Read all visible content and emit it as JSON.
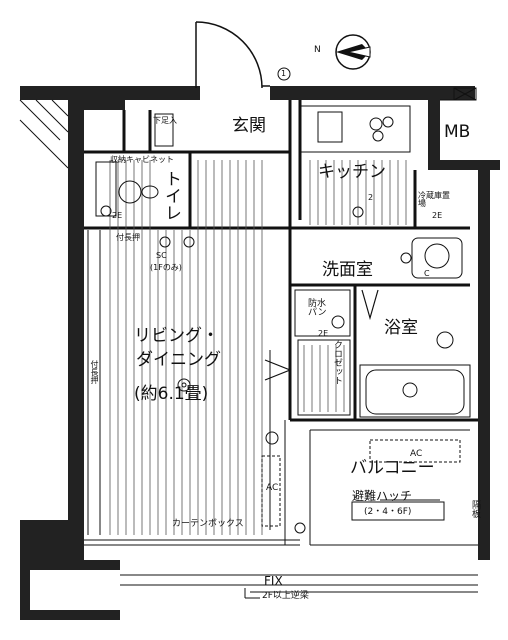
{
  "rooms": {
    "entrance": "玄関",
    "shoe_box": "下足入",
    "storage_cabinet": "収納キャビネット",
    "toilet": "トイレ",
    "kitchen": "キッチン",
    "fridge_area": "冷蔵庫置場",
    "mb": "MB",
    "washroom": "洗面室",
    "bath": "浴室",
    "waterproof_pan": "防水パン",
    "closet": "クロゼット",
    "living_line1": "リビング・",
    "living_line2": "ダイニング",
    "living_size": "(約6.1畳)",
    "balcony": "バルコニー",
    "evac_hatch": "避難ハッチ",
    "evac_floors": "(2・4・6F)",
    "partition": "隔板",
    "curtain_box": "カーテンボックス",
    "fix": "FIX",
    "beam_note": "2F以上逆梁",
    "hanger_pipe": "付長押",
    "sc_label": "SC",
    "sc_note": "(1Fのみ)",
    "tv_wall": "付長押"
  },
  "symbols": {
    "north": "N",
    "ac1": "AC",
    "ac2": "AC",
    "num_1": "1",
    "num_2": "2",
    "num_2e": "2E",
    "num_2e_b": "2E",
    "num_2e_c": "2E",
    "c_mark": "C"
  },
  "icons": [
    "compass-icon",
    "door-swing-icon",
    "toilet-icon",
    "sink-icon",
    "bathtub-icon",
    "stove-icon",
    "washer-pan-icon"
  ]
}
